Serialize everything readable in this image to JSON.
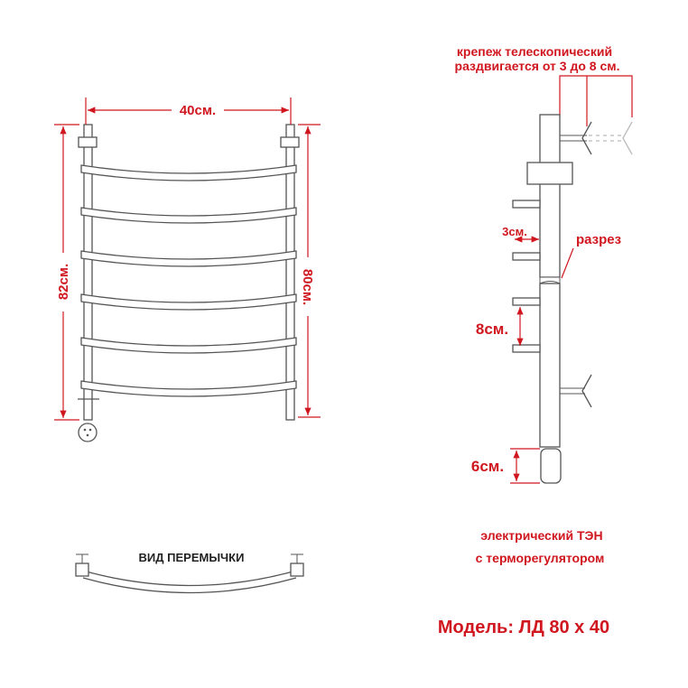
{
  "front_view": {
    "width_label": "40см.",
    "total_height_label": "82см.",
    "post_height_label": "80см."
  },
  "side_view": {
    "mount_note_line1": "крепеж телескопический",
    "mount_note_line2": "раздвигается от 3 до 8 см.",
    "offset_label": "3см.",
    "section_label": "разрез",
    "rung_spacing_label": "8см.",
    "heater_label": "6см.",
    "heater_note_line1": "электрический  ТЭН",
    "heater_note_line2": "с терморегулятором"
  },
  "jumper_view": {
    "title": "ВИД ПЕРЕМЫЧКИ"
  },
  "model": "Модель: ЛД 80 х 40",
  "colors": {
    "accent": "#d0161e",
    "line": "#555555"
  }
}
